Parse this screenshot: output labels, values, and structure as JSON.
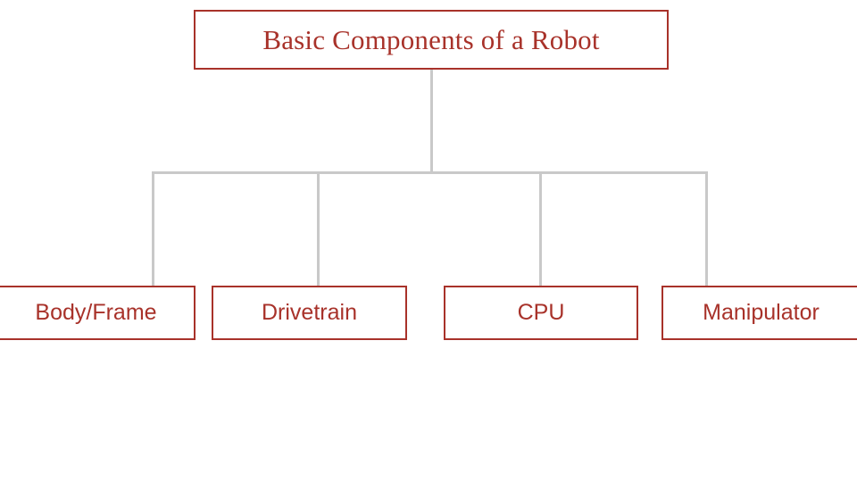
{
  "diagram": {
    "type": "org-chart",
    "orientation": "top-down",
    "accent_color": "#a8322a",
    "connector_color": "#c9c9c9",
    "background_color": "#ffffff",
    "root": {
      "label": "Basic Components of a Robot"
    },
    "children": [
      {
        "label": "Body/Frame"
      },
      {
        "label": "Drivetrain"
      },
      {
        "label": "CPU"
      },
      {
        "label": "Manipulator"
      }
    ]
  }
}
